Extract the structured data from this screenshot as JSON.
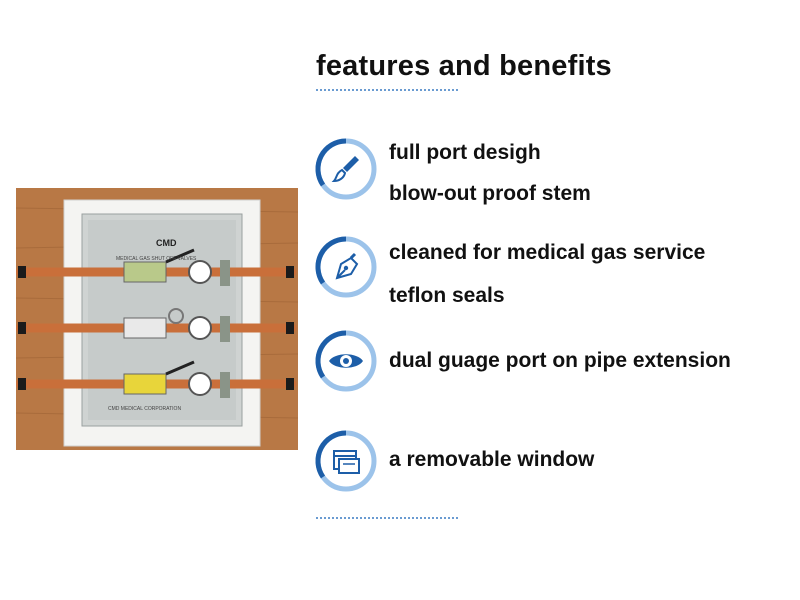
{
  "heading": "features and benefits",
  "features": [
    {
      "icon": "brush-icon",
      "lines": [
        "full port desigh",
        "blow-out proof stem"
      ]
    },
    {
      "icon": "pen-nib-icon",
      "lines": [
        "cleaned for medical gas service",
        "teflon seals"
      ]
    },
    {
      "icon": "eye-icon",
      "lines": [
        "dual guage port on pipe extension"
      ]
    },
    {
      "icon": "window-icon",
      "lines": [
        "a removable window"
      ]
    }
  ],
  "product": {
    "brand": "CMD",
    "panel_caption": "MEDICAL GAS SHUT OFF VALVES",
    "footer_caption": "CMD MEDICAL CORPORATION"
  },
  "colors": {
    "accent": "#1d5ea8",
    "accent_light": "#9cc3ea",
    "wood": "#b5733e",
    "copper": "#c96f3a"
  }
}
